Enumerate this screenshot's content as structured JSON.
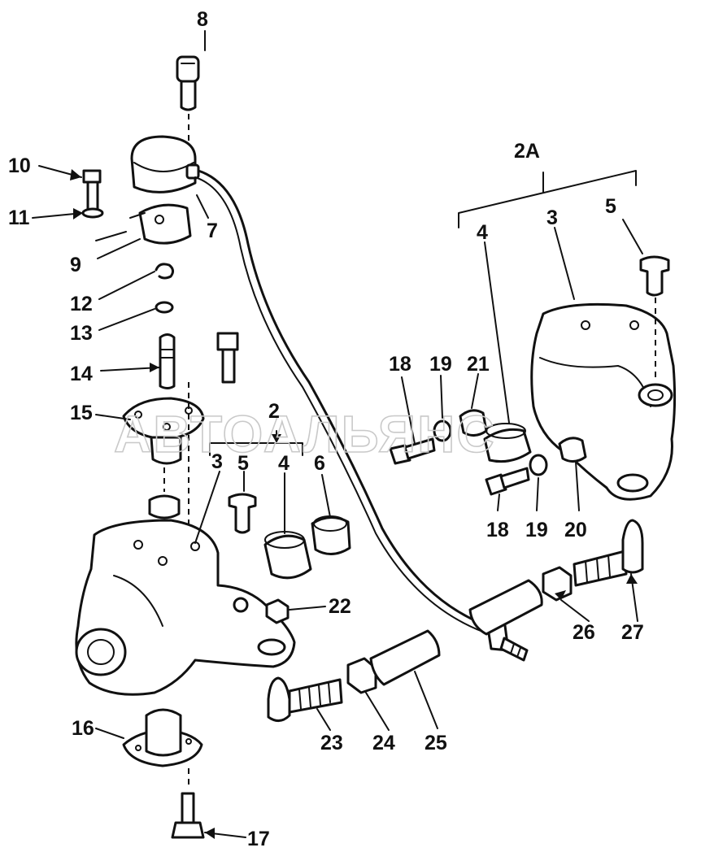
{
  "diagram": {
    "labels": {
      "p8": "8",
      "p10": "10",
      "p11": "11",
      "p7": "7",
      "p9": "9",
      "p12": "12",
      "p13": "13",
      "p14": "14",
      "p15": "15",
      "p2": "2",
      "p3": "3",
      "p5": "5",
      "p4": "4",
      "p6": "6",
      "p22": "22",
      "p16": "16",
      "p17": "17",
      "p23": "23",
      "p24": "24",
      "p25": "25",
      "p26": "26",
      "p27": "27",
      "p2A": "2A",
      "p3b": "3",
      "p5b": "5",
      "p4b": "4",
      "p18a": "18",
      "p19a": "19",
      "p21": "21",
      "p18b": "18",
      "p19b": "19",
      "p20": "20"
    },
    "watermark": "АВТОАЛЬЯНС"
  }
}
